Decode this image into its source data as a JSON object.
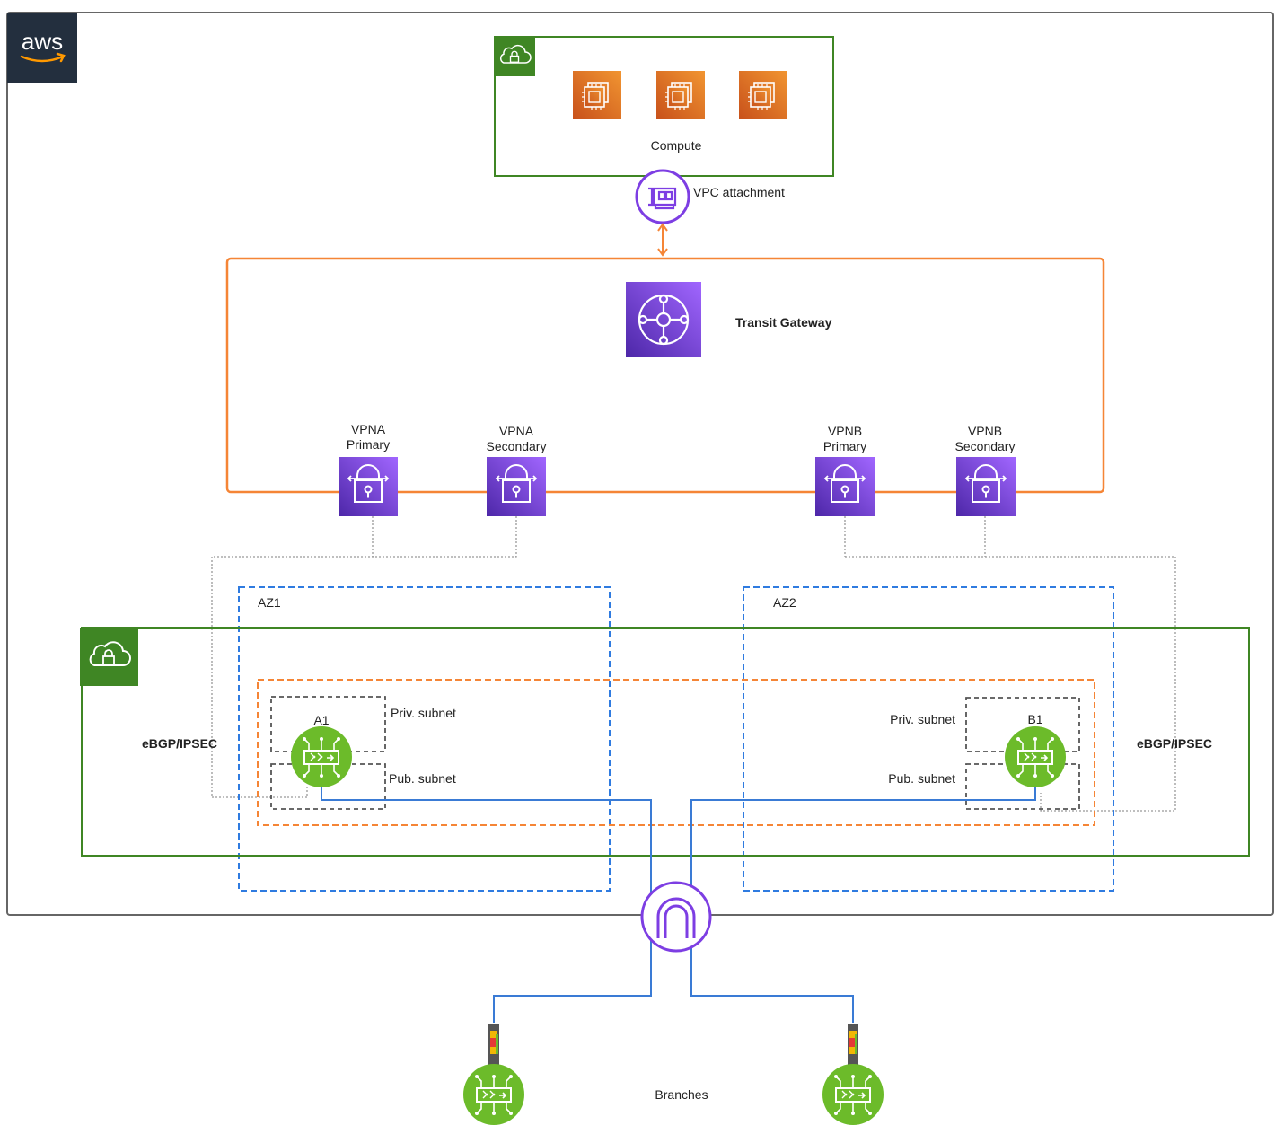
{
  "brand": {
    "logo_text": "aws"
  },
  "compute": {
    "label": "Compute",
    "instances": [
      "ec2-instance-icon",
      "ec2-instance-icon",
      "ec2-instance-icon"
    ]
  },
  "vpc_attachment": {
    "label": "VPC attachment"
  },
  "transit_gateway": {
    "label": "Transit Gateway"
  },
  "vpn_gateways": [
    {
      "line1": "VPNA",
      "line2": "Primary"
    },
    {
      "line1": "VPNA",
      "line2": "Secondary"
    },
    {
      "line1": "VPNB",
      "line2": "Primary"
    },
    {
      "line1": "VPNB",
      "line2": "Secondary"
    }
  ],
  "availability_zones": [
    "AZ1",
    "AZ2"
  ],
  "tunnel_labels": {
    "left": "eBGP/IPSEC",
    "right": "eBGP/IPSEC"
  },
  "appliances": {
    "a1": {
      "label": "A1",
      "priv_subnet": "Priv. subnet",
      "pub_subnet": "Pub. subnet"
    },
    "b1": {
      "label": "B1",
      "priv_subnet": "Priv. subnet",
      "pub_subnet": "Pub. subnet"
    }
  },
  "branches": {
    "label": "Branches"
  },
  "colors": {
    "aws_dark": "#232f3e",
    "vpc_green": "#3f8624",
    "tgw_orange": "#f58536",
    "az_blue": "#2f7be0",
    "purple": "#7d3ee3",
    "ec2_orange": "#e6761c",
    "appliance_green": "#6cbb2a",
    "link_blue": "#3a7bd5"
  }
}
